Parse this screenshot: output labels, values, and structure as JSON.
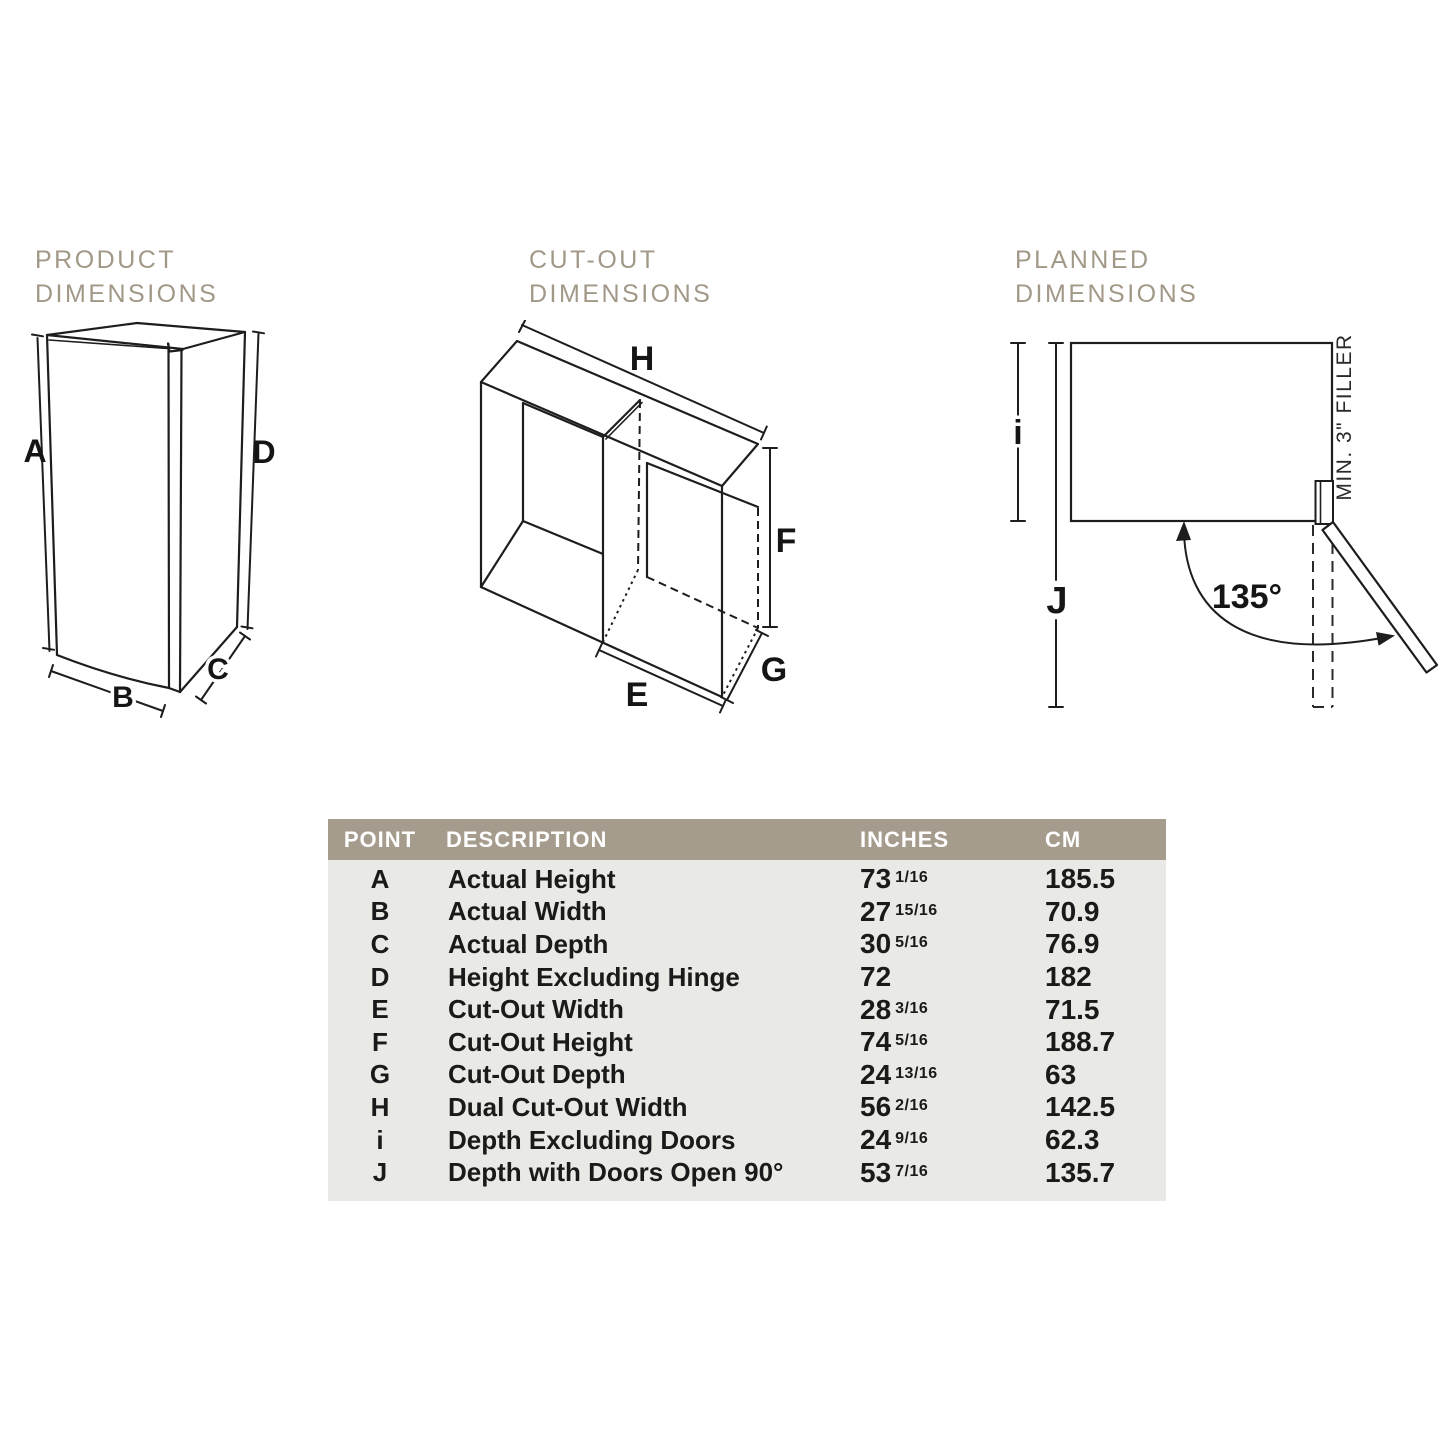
{
  "colors": {
    "heading_text": "#a29887",
    "table_header_bg": "#a69c8d",
    "table_header_text": "#ffffff",
    "table_body_bg": "#e9e9e5",
    "line": "#1a1a1a",
    "background": "#ffffff"
  },
  "sections": [
    {
      "line1": "PRODUCT",
      "line2": "DIMENSIONS"
    },
    {
      "line1": "CUT-OUT",
      "line2": "DIMENSIONS"
    },
    {
      "line1": "PLANNED",
      "line2": "DIMENSIONS"
    }
  ],
  "diagrams": {
    "product": {
      "labels": {
        "a": "A",
        "b": "B",
        "c": "C",
        "d": "D"
      }
    },
    "cutout": {
      "labels": {
        "e": "E",
        "f": "F",
        "g": "G",
        "h": "H"
      }
    },
    "planned": {
      "labels": {
        "i": "i",
        "j": "J"
      },
      "angle_label": "135°",
      "filler_note": "MIN. 3\" FILLER"
    }
  },
  "table": {
    "headers": [
      "POINT",
      "DESCRIPTION",
      "INCHES",
      "CM"
    ],
    "rows": [
      {
        "point": "A",
        "description": "Actual Height",
        "inches_whole": "73",
        "inches_frac": "1/16",
        "cm": "185.5"
      },
      {
        "point": "B",
        "description": "Actual Width",
        "inches_whole": "27",
        "inches_frac": "15/16",
        "cm": "70.9"
      },
      {
        "point": "C",
        "description": "Actual Depth",
        "inches_whole": "30",
        "inches_frac": "5/16",
        "cm": "76.9"
      },
      {
        "point": "D",
        "description": "Height Excluding Hinge",
        "inches_whole": "72",
        "inches_frac": "",
        "cm": "182"
      },
      {
        "point": "E",
        "description": "Cut-Out Width",
        "inches_whole": "28",
        "inches_frac": "3/16",
        "cm": "71.5"
      },
      {
        "point": "F",
        "description": "Cut-Out Height",
        "inches_whole": "74",
        "inches_frac": "5/16",
        "cm": "188.7"
      },
      {
        "point": "G",
        "description": "Cut-Out Depth",
        "inches_whole": "24",
        "inches_frac": "13/16",
        "cm": "63"
      },
      {
        "point": "H",
        "description": "Dual Cut-Out Width",
        "inches_whole": "56",
        "inches_frac": "2/16",
        "cm": "142.5"
      },
      {
        "point": "i",
        "description": "Depth Excluding Doors",
        "inches_whole": "24",
        "inches_frac": "9/16",
        "cm": "62.3"
      },
      {
        "point": "J",
        "description": "Depth with Doors Open 90°",
        "inches_whole": "53",
        "inches_frac": "7/16",
        "cm": "135.7"
      }
    ]
  }
}
